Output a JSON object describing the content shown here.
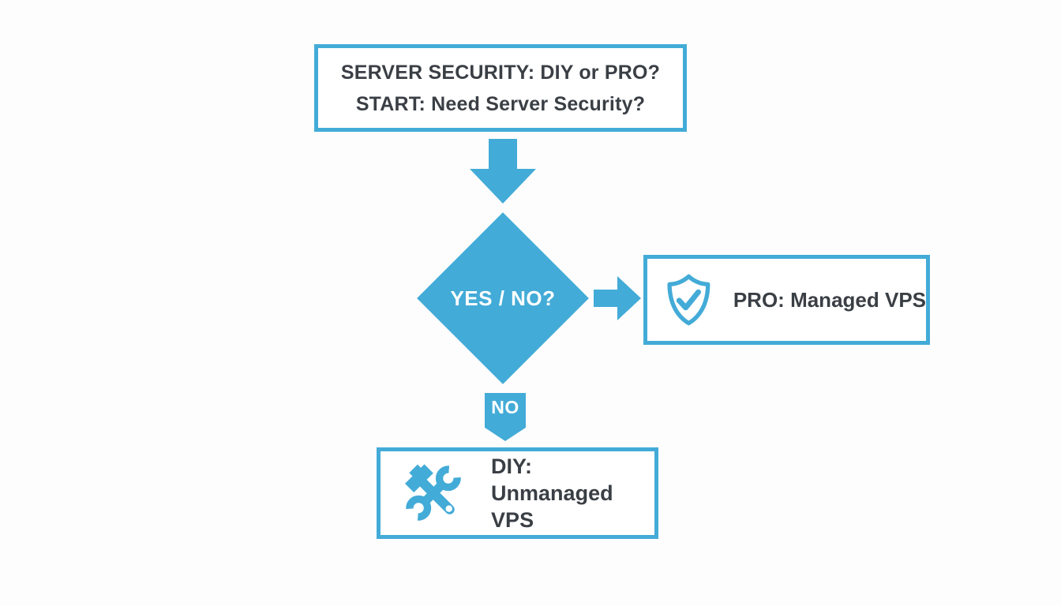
{
  "canvas": {
    "background_color": "#fdfdfd",
    "accent_color": "#43abd7",
    "text_color": "#3a3f45"
  },
  "flowchart": {
    "start_box": {
      "line1": "SERVER SECURITY: DIY or PRO?",
      "line2": "START: Need Server Security?"
    },
    "decision": {
      "label": "YES / NO?"
    },
    "branch_no_label": "NO",
    "pro_box": {
      "icon": "shield-check-icon",
      "label": "PRO: Managed VPS"
    },
    "diy_box": {
      "icon": "hammer-wrench-icon",
      "line1": "DIY:",
      "line2": "Unmanaged VPS"
    }
  }
}
